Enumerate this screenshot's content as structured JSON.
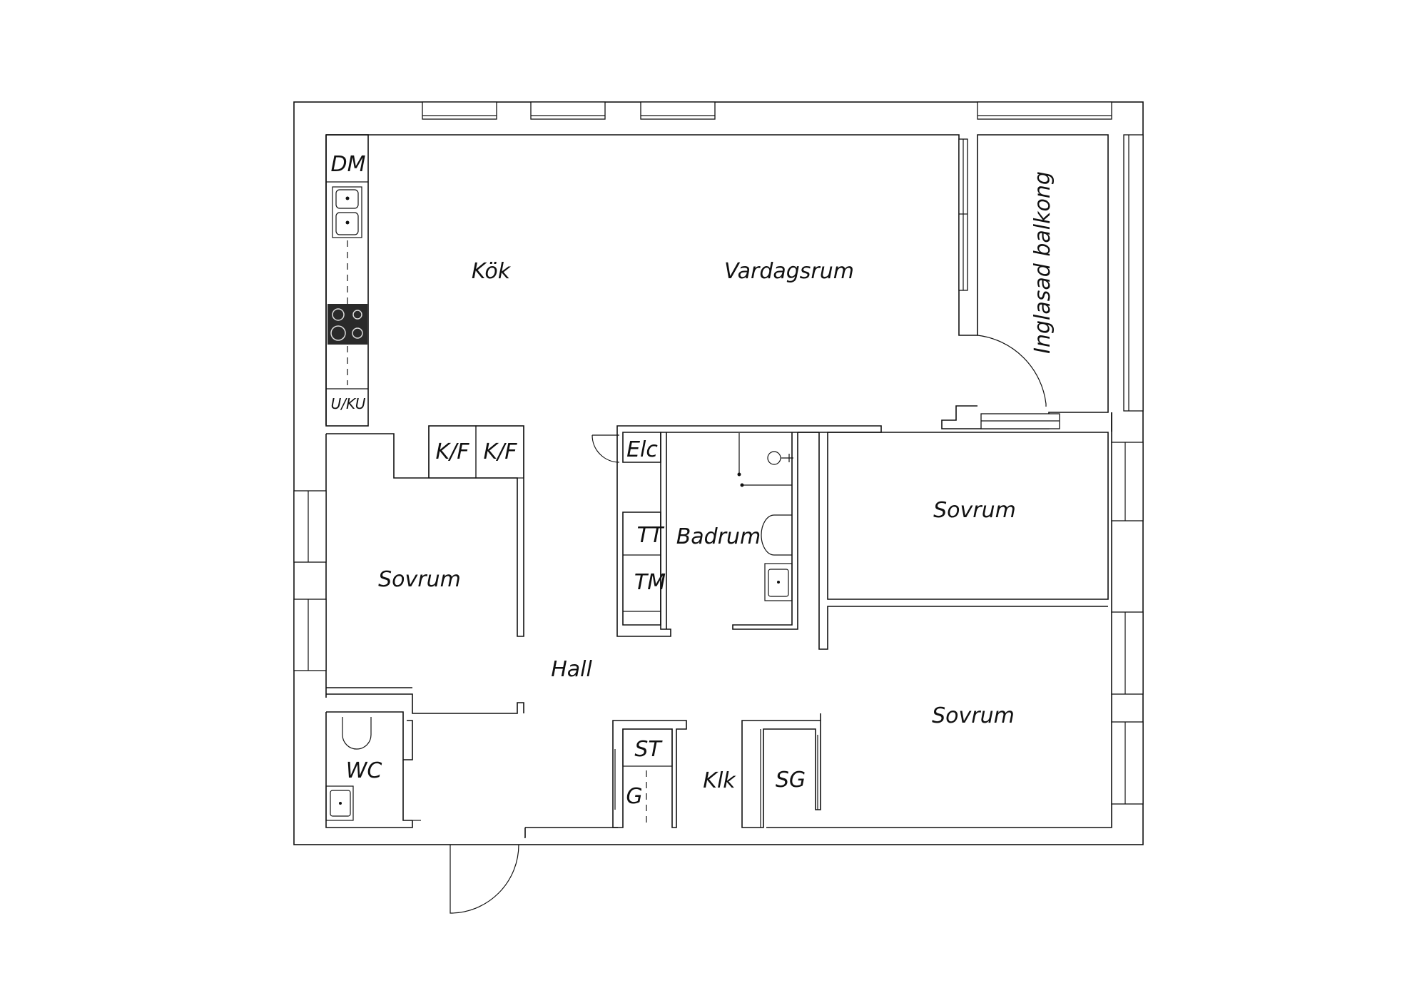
{
  "rooms": {
    "kitchen": "Kök",
    "living": "Vardagsrum",
    "balcony": "Inglasad balkong",
    "bedroom_left": "Sovrum",
    "bedroom_right_top": "Sovrum",
    "bedroom_right_bottom": "Sovrum",
    "bathroom": "Badrum",
    "hall": "Hall",
    "wc": "WC",
    "walk_in_closet": "Klk"
  },
  "fixtures": {
    "dishwasher": "DM",
    "oven_microwave": "U/KU",
    "fridge_freezer_1": "K/F",
    "fridge_freezer_2": "K/F",
    "electrical": "Elc",
    "dryer": "TT",
    "washer": "TM",
    "storage": "ST",
    "wardrobe_g": "G",
    "wardrobe_sg": "SG"
  }
}
